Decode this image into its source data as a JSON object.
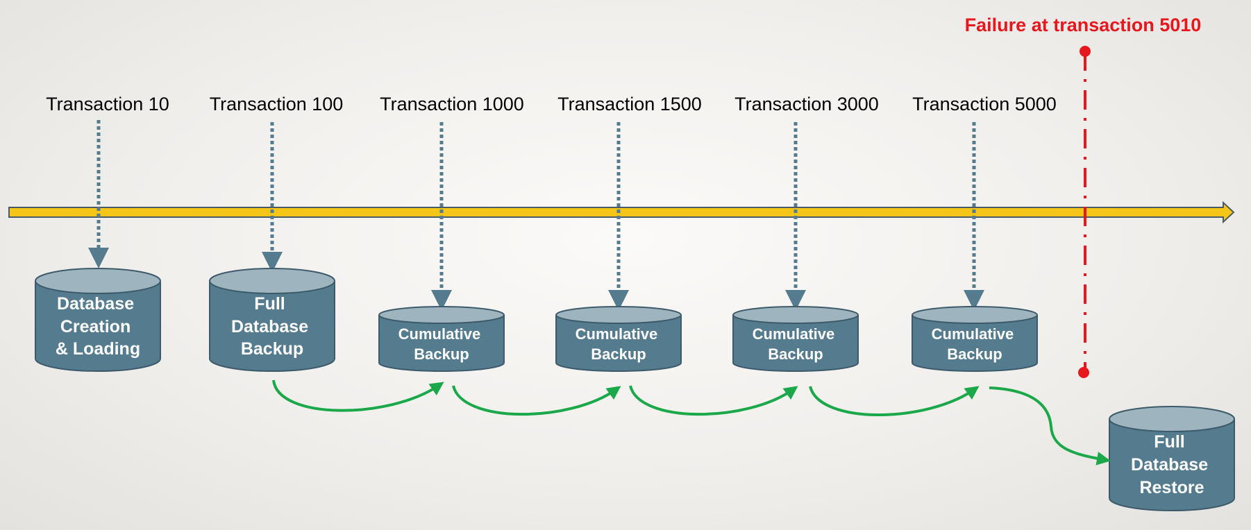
{
  "failure": {
    "label": "Failure at transaction 5010",
    "color": "#e8161d"
  },
  "transactions": [
    {
      "label": "Transaction 10"
    },
    {
      "label": "Transaction 100"
    },
    {
      "label": "Transaction 1000"
    },
    {
      "label": "Transaction 1500"
    },
    {
      "label": "Transaction 3000"
    },
    {
      "label": "Transaction 5000"
    }
  ],
  "databases": [
    {
      "lines": [
        "Database",
        "Creation",
        "& Loading"
      ]
    },
    {
      "lines": [
        "Full",
        "Database",
        "Backup"
      ]
    },
    {
      "lines": [
        "Cumulative",
        "Backup"
      ]
    },
    {
      "lines": [
        "Cumulative",
        "Backup"
      ]
    },
    {
      "lines": [
        "Cumulative",
        "Backup"
      ]
    },
    {
      "lines": [
        "Cumulative",
        "Backup"
      ]
    }
  ],
  "restore": {
    "lines": [
      "Full",
      "Database",
      "Restore"
    ]
  },
  "colors": {
    "timeline": "#f5c518",
    "timeline_outline": "#4a5b66",
    "cylinder_body": "#557b8f",
    "cylinder_top": "#9eb4bf",
    "cylinder_outline": "#3c5a6a",
    "dotted_arrow": "#557b8f",
    "chain_arrow": "#1aa84a"
  }
}
